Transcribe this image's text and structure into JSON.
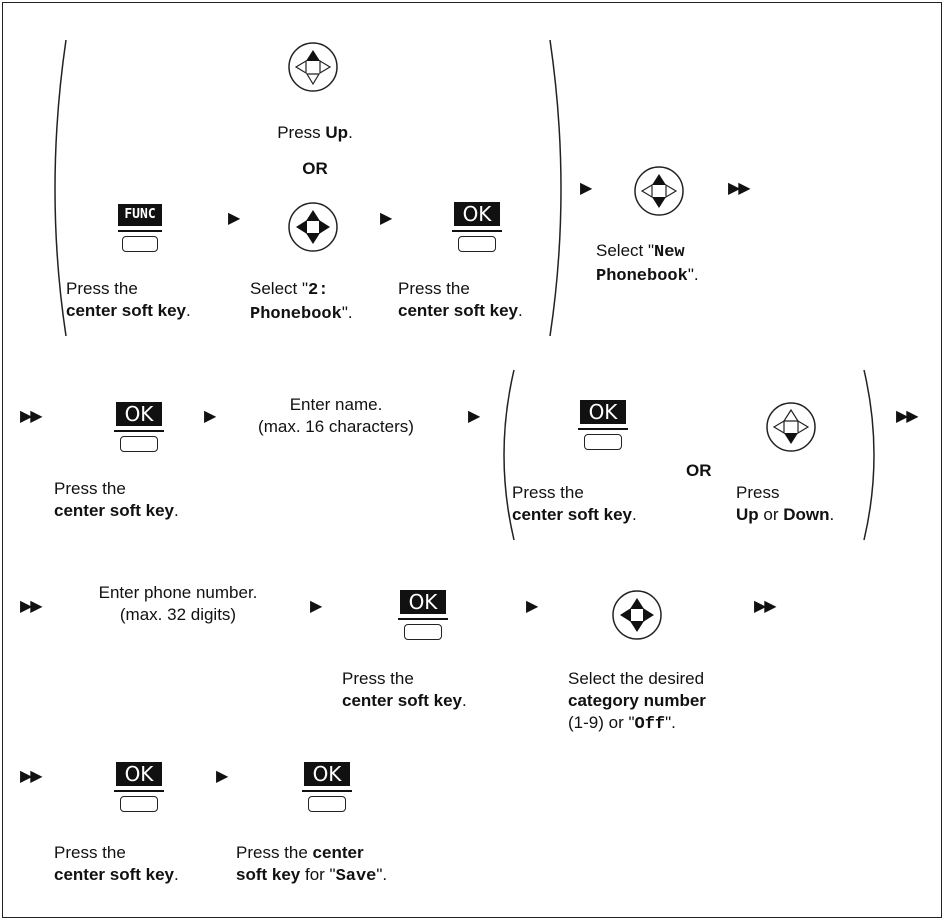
{
  "keys": {
    "func": "FUNC",
    "ok": "OK"
  },
  "arrows": {
    "single": "▶",
    "double": "▶▶"
  },
  "row1": {
    "press_prefix": "Press ",
    "press_up": "Up",
    "press_suffix": ".",
    "or": "OR",
    "press_the": "Press the",
    "center_soft_key": "center soft key",
    "period": ".",
    "select_prefix": "Select \"",
    "select_code_a": "2:",
    "select_code_b": "Phonebook",
    "select_suffix": "\".",
    "select_new_prefix": "Select \"",
    "select_new_code_a": "New",
    "select_new_code_b": "Phonebook",
    "select_new_suffix": "\"."
  },
  "row2": {
    "press_the": "Press the",
    "center_soft_key": "center soft key",
    "period": ".",
    "enter_name": "Enter name.",
    "enter_name_max": "(max. 16 characters)",
    "or": "OR",
    "press": "Press",
    "up": "Up",
    "or_word": " or ",
    "down": "Down"
  },
  "row3": {
    "enter_phone": "Enter phone number.",
    "enter_phone_max": "(max. 32 digits)",
    "press_the": "Press the",
    "center_soft_key": "center soft key",
    "period": ".",
    "select_desired": "Select the desired",
    "category_number": "category number",
    "range_prefix": "(1-9) or \"",
    "off": "Off",
    "range_suffix": "\"."
  },
  "row4": {
    "press_the": "Press the",
    "center_soft_key": "center soft key",
    "period": ".",
    "press_the_2": "Press the ",
    "center": "center",
    "soft_key": "soft key",
    "for_prefix": " for \"",
    "save": "Save",
    "for_suffix": "\"."
  }
}
